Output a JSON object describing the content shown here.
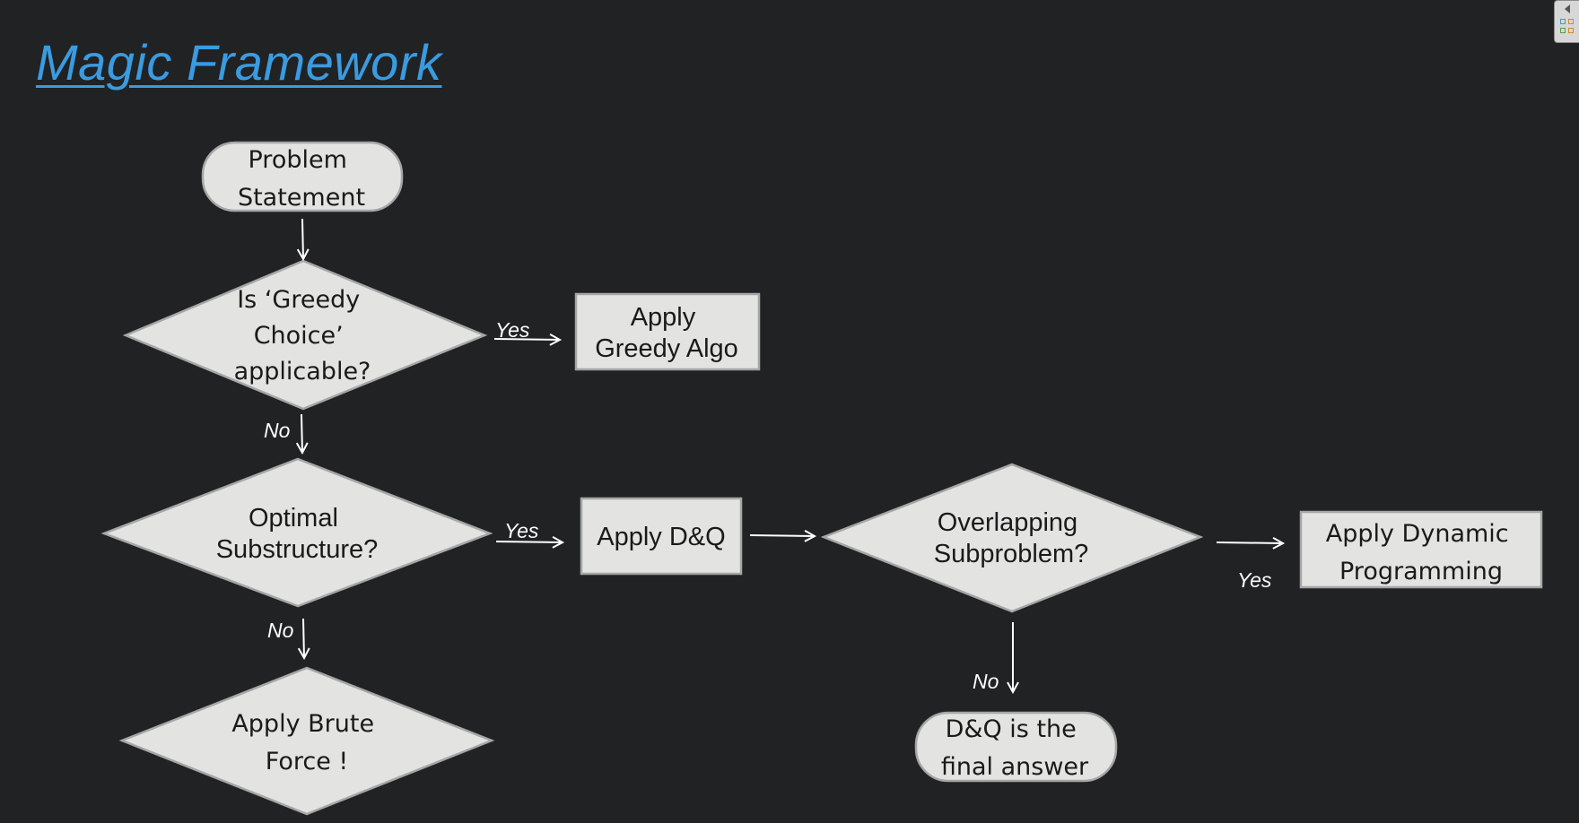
{
  "title": "Magic Framework",
  "nodes": {
    "problem_statement": {
      "lines": [
        "Problem",
        "Statement"
      ]
    },
    "greedy_question": {
      "lines": [
        "Is ‘Greedy",
        "Choice’",
        "applicable?"
      ]
    },
    "apply_greedy": {
      "lines": [
        "Apply",
        "Greedy Algo"
      ]
    },
    "optimal_question": {
      "lines": [
        "Optimal",
        "Substructure?"
      ]
    },
    "apply_dq": {
      "lines": [
        "Apply D&Q"
      ]
    },
    "overlapping_question": {
      "lines": [
        "Overlapping",
        "Subproblem?"
      ]
    },
    "apply_dp": {
      "lines": [
        "Apply Dynamic",
        "Programming"
      ]
    },
    "brute_force": {
      "lines": [
        "Apply Brute",
        "Force !"
      ]
    },
    "dq_final": {
      "lines": [
        "D&Q is the",
        "final answer"
      ]
    }
  },
  "edge_labels": {
    "greedy_yes": "Yes",
    "greedy_no": "No",
    "optimal_yes": "Yes",
    "optimal_no": "No",
    "overlap_yes": "Yes",
    "overlap_no": "No"
  },
  "colors": {
    "background": "#202224",
    "title": "#3a9be0",
    "node_fill": "#e3e3e1",
    "node_stroke": "#a6a6a6",
    "arrow": "#ffffff"
  }
}
